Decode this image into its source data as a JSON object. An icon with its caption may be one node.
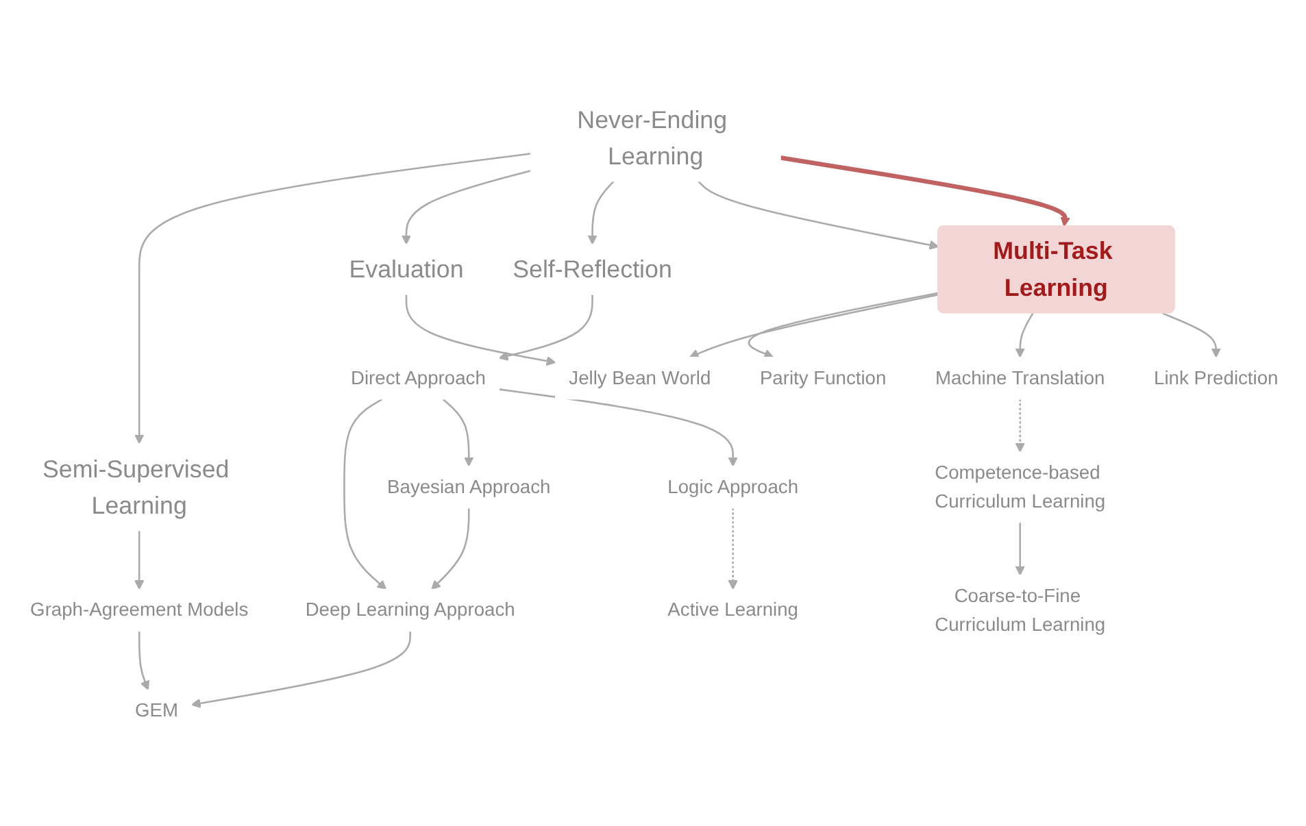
{
  "diagram": {
    "nodes": [
      {
        "text": [
          "Semi-Supervised Learning"
        ]
      },
      {
        "text": [
          "Evaluation"
        ]
      },
      {
        "text": [
          "GEM"
        ]
      },
      {
        "text": [
          "Graph-Agreement Models"
        ]
      },
      {
        "text": [
          "Never-Ending Learning"
        ]
      },
      {
        "text": [
          "Parity Function"
        ]
      },
      {
        "text": [
          "Jelly Bean World"
        ]
      },
      {
        "text": [
          "Self-Reflection"
        ]
      },
      {
        "text": [
          "Multi-Task Learning"
        ]
      },
      {
        "text": [
          "Deep Learning Approach"
        ]
      },
      {
        "text": [
          "Active Learning"
        ]
      },
      {
        "text": [
          "Machine Translation"
        ]
      },
      {
        "text": [
          "Link Prediction"
        ]
      },
      {
        "text": [
          "Direct Approach"
        ]
      },
      {
        "text": [
          "Competence-based Curriculum Learning"
        ]
      },
      {
        "text": [
          "Bayesian Approach"
        ]
      },
      {
        "text": [
          "Logic Approach"
        ]
      },
      {
        "text": [
          "Coarse-to-Fine Curriculum Learning"
        ]
      }
    ],
    "edges": [
      {
        "from": 4,
        "to": 0,
        "arrow": "to"
      },
      {
        "from": 4,
        "to": 1,
        "arrow": "to"
      },
      {
        "from": 0,
        "to": 3,
        "arrow": "to"
      },
      {
        "from": 3,
        "to": 2,
        "arrow": "to"
      },
      {
        "from": 1,
        "to": 6,
        "arrow": "to"
      },
      {
        "from": 4,
        "to": 7,
        "arrow": "to"
      },
      {
        "from": 4,
        "to": 8,
        "arrow": "to"
      },
      {
        "from": 4,
        "to": 8,
        "arrow": "to",
        "style": "thick",
        "color": "#c06262"
      },
      {
        "from": 8,
        "to": 5,
        "arrow": "to"
      },
      {
        "from": 8,
        "to": 6,
        "arrow": "to"
      },
      {
        "from": 8,
        "to": 11,
        "arrow": "to"
      },
      {
        "from": 8,
        "to": 12,
        "arrow": "to"
      },
      {
        "from": 11,
        "to": 14,
        "arrow": "to",
        "style": "dashed"
      },
      {
        "from": 14,
        "to": 17,
        "arrow": "to"
      },
      {
        "from": 7,
        "to": 13,
        "arrow": "to"
      },
      {
        "from": 13,
        "to": 9,
        "arrow": "to"
      },
      {
        "from": 13,
        "to": 15,
        "arrow": "to"
      },
      {
        "from": 13,
        "to": 16,
        "arrow": "to"
      },
      {
        "from": 15,
        "to": 9,
        "arrow": "to"
      },
      {
        "from": 16,
        "to": 10,
        "arrow": "to",
        "style": "dashed"
      },
      {
        "from": 9,
        "to": 2,
        "arrow": "to"
      }
    ]
  }
}
